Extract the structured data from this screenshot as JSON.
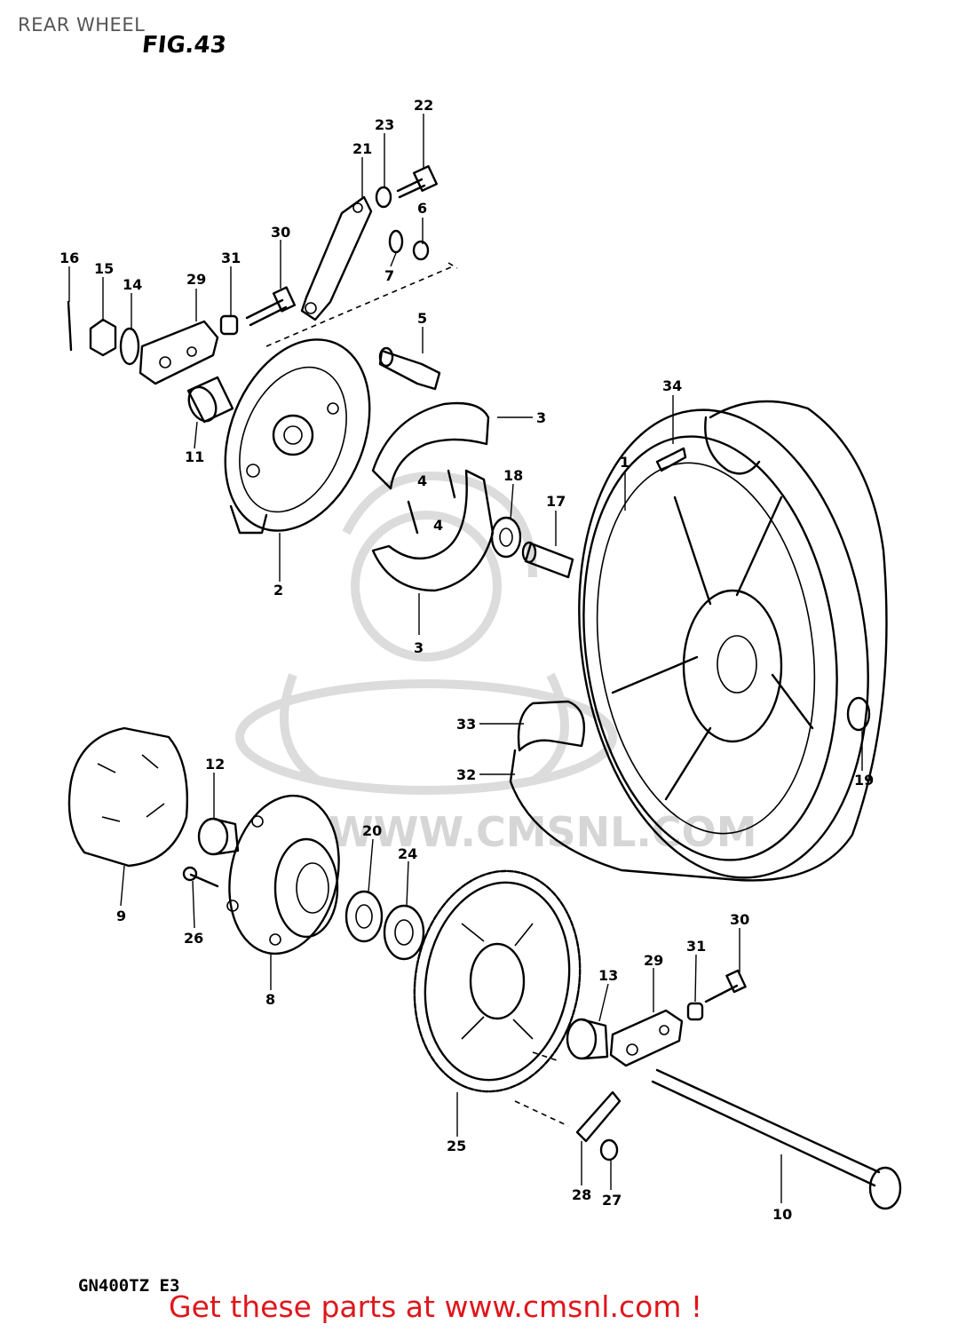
{
  "header": {
    "title": "REAR WHEEL"
  },
  "figure": {
    "label": "FIG.43",
    "model": "GN400TZ E3"
  },
  "watermark": {
    "text": "WWW.CMSNL.COM"
  },
  "footer": {
    "cta": "Get these parts at www.cmsnl.com !",
    "color": "#e0161b"
  },
  "callouts": {
    "c22": "22",
    "c23": "23",
    "c21": "21",
    "c6": "6",
    "c30a": "30",
    "c7": "7",
    "c16": "16",
    "c15": "15",
    "c14": "14",
    "c29a": "29",
    "c31a": "31",
    "c5": "5",
    "c11": "11",
    "c3a": "3",
    "c34": "34",
    "c1": "1",
    "c4a": "4",
    "c4b": "4",
    "c18": "18",
    "c17": "17",
    "c2": "2",
    "c3b": "3",
    "c33": "33",
    "c32": "32",
    "c19": "19",
    "c12": "12",
    "c20": "20",
    "c24": "24",
    "c9": "9",
    "c26": "26",
    "c30b": "30",
    "c31b": "31",
    "c29b": "29",
    "c13": "13",
    "c8": "8",
    "c25": "25",
    "c28": "28",
    "c27": "27",
    "c10": "10"
  }
}
